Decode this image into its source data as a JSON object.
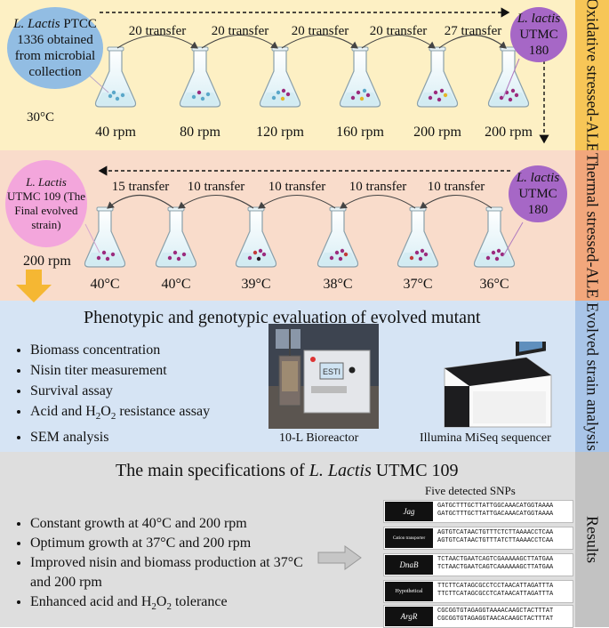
{
  "sections": {
    "oxidative": {
      "side_label": "Oxidative stressed-ALE",
      "bg": "#fdf0c4",
      "side_bg": "#f7c657"
    },
    "thermal": {
      "side_label": "Thermal stressed-ALE",
      "bg": "#f9dccb",
      "side_bg": "#f2a77c"
    },
    "evolved": {
      "side_label": "Evolved strain analysis",
      "bg": "#d6e4f4",
      "side_bg": "#a9c5e8"
    },
    "results": {
      "side_label": "Results",
      "bg": "#dedede",
      "side_bg": "#c2c2c2"
    }
  },
  "oxidative": {
    "start_name": "L. Lactis",
    "start_rest": " PTCC 1336 obtained from microbial collection",
    "temperature": "30°C",
    "end_name": "L. lactis",
    "end_rest": "UTMC 180",
    "transfers": [
      "20 transfer",
      "20 transfer",
      "20 transfer",
      "20 transfer",
      "27 transfer"
    ],
    "rpms": [
      "40 rpm",
      "80 rpm",
      "120 rpm",
      "160 rpm",
      "200 rpm",
      "200 rpm"
    ]
  },
  "thermal": {
    "start_name": "L. lactis",
    "start_rest": "UTMC 180",
    "final_name": "L. Lactis",
    "final_rest": "UTMC 109 (The Final evolved strain)",
    "rpm": "200 rpm",
    "transfers": [
      "15 transfer",
      "10 transfer",
      "10 transfer",
      "10 transfer",
      "10 transfer"
    ],
    "temps": [
      "40°C",
      "40°C",
      "39°C",
      "38°C",
      "37°C",
      "36°C"
    ]
  },
  "evolved": {
    "title": "Phenotypic and genotypic evaluation of evolved mutant",
    "bullets": [
      "Biomass concentration",
      "Nisin titer measurement",
      "Survival assay"
    ],
    "bullet_acid_pre": "Acid and H",
    "bullet_acid_sub": "2",
    "bullet_acid_mid": "O",
    "bullet_acid_sub2": "2",
    "bullet_acid_post": " resistance assay",
    "bullet_sem": "SEM analysis",
    "bioreactor_label": "10-L Bioreactor",
    "bioreactor_screen": "ESTI",
    "sequencer_label": "Illumina MiSeq sequencer"
  },
  "results": {
    "title_pre": "The main specifications of ",
    "title_name": "L. Lactis",
    "title_post": " UTMC 109",
    "bullets": [
      "Constant growth at 40°C and 200 rpm",
      "Optimum growth at 37°C and 200 rpm",
      "Improved nisin and biomass production at 37°C and 200 rpm"
    ],
    "bullet_last_pre": "Enhanced acid and H",
    "bullet_last_sub": "2",
    "bullet_last_mid": "O",
    "bullet_last_sub2": "2",
    "bullet_last_post": " tolerance",
    "snp_title": "Five detected SNPs",
    "snps": [
      {
        "gene": "Jag",
        "s1": "GATGCTTTGCTTATTGGCAAACATGGTAAAA",
        "s2": "GATGCTTTGCTTATTGACAAACATGGTAAAA"
      },
      {
        "gene": "Cation transporter",
        "s1": "AGTGTCATAACTGTTTCTCTTAAAACCTCAA",
        "s2": "AGTGTCATAACTGTTTATCTTAAAACCTCAA"
      },
      {
        "gene": "DnaB",
        "s1": "TCTAACTGAATCAGTCGAAAAAGCTTATGAA",
        "s2": "TCTAACTGAATCAGTCAAAAAAGCTTATGAA"
      },
      {
        "gene": "Hypothetical",
        "s1": "TTCTTCATAGCGCCTCCTAACATTAGATTTA",
        "s2": "TTCTTCATAGCGCCTCATAACATTAGATTTA"
      },
      {
        "gene": "ArgR",
        "s1": "CGCGGTGTAGAGGTAAAACAAGCTACTTTAT",
        "s2": "CGCGGTGTAGAGGTAACACAAGCTACTTTAT"
      }
    ]
  }
}
